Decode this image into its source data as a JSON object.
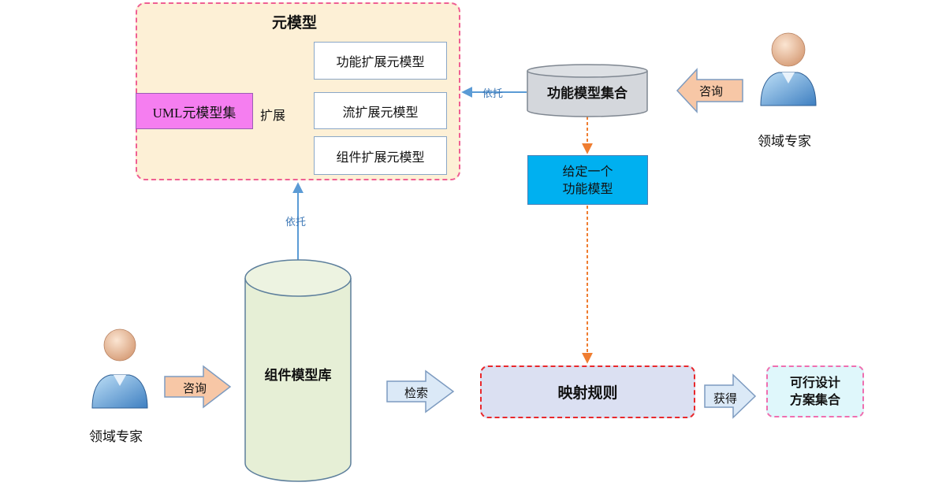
{
  "meta_model": {
    "title": "元模型",
    "uml_set": "UML元模型集",
    "extend_label": "扩展",
    "extensions": [
      "功能扩展元模型",
      "流扩展元模型",
      "组件扩展元模型"
    ]
  },
  "function_model_set": "功能模型集合",
  "relies_on_label": "依托",
  "consult_label": "咨询",
  "domain_expert": "领域专家",
  "given_model": {
    "line1": "给定一个",
    "line2": "功能模型"
  },
  "component_repo": "组件模型库",
  "retrieve_label": "检索",
  "mapping_rules": "映射规则",
  "obtain_label": "获得",
  "result": {
    "line1": "可行设计",
    "line2": "方案集合"
  },
  "colors": {
    "meta_bg": "#fdf0d6",
    "meta_border": "#ef5f93",
    "uml_fill": "#f57ef0",
    "given_fill": "#00b0f0",
    "mapping_fill": "#dbe0f2",
    "mapping_border": "#e8282c",
    "result_fill": "#dff7fb",
    "arrow_fill": "#f7c7a6",
    "arrow_blue": "#dbe9f7",
    "cylinder_fill": "#e6efd6",
    "connector_blue": "#5b9bd5",
    "connector_orange": "#ef7d31"
  }
}
